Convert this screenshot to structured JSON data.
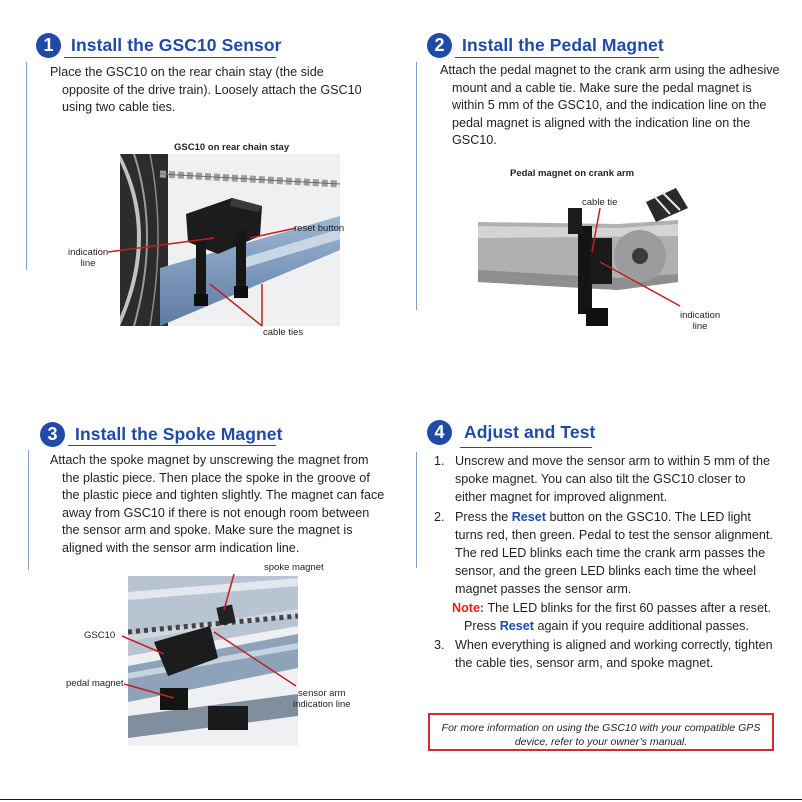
{
  "colors": {
    "accent": "#1f4aa8",
    "note": "#e0201a",
    "callout_line": "#c41e1e",
    "box_border": "#d9272e"
  },
  "sections": [
    {
      "number": "1",
      "title": "Install the GSC10 Sensor",
      "text": "Place the GSC10 on the rear chain stay (the side opposite of the drive train). Loosely attach the GSC10 using two cable ties.",
      "figure": {
        "caption": "GSC10 on rear chain stay",
        "labels": {
          "indication_line": "indication\nline",
          "reset_button": "reset button",
          "cable_ties": "cable ties"
        }
      }
    },
    {
      "number": "2",
      "title": "Install the Pedal Magnet",
      "text": "Attach the pedal magnet to the crank arm using the adhesive mount and a cable tie. Make sure the pedal magnet is within 5 mm of the GSC10, and the indication line on the pedal magnet is aligned with the indication line on the GSC10.",
      "figure": {
        "caption": "Pedal magnet on crank arm",
        "labels": {
          "cable_tie": "cable tie",
          "indication_line": "indication\nline"
        }
      }
    },
    {
      "number": "3",
      "title": "Install the Spoke Magnet",
      "text": "Attach the spoke magnet by unscrewing the magnet from the plastic piece. Then place the spoke in the groove of the plastic piece and tighten slightly. The magnet can face away from GSC10 if there is not enough room between the sensor arm and spoke. Make sure the magnet is aligned with the sensor arm indication line.",
      "figure": {
        "labels": {
          "spoke_magnet": "spoke magnet",
          "gsc10": "GSC10",
          "pedal_magnet": "pedal magnet",
          "sensor_arm": "sensor arm\nindication line"
        }
      }
    },
    {
      "number": "4",
      "title": "Adjust and Test",
      "steps": [
        {
          "num": "1.",
          "text": "Unscrew and move the sensor arm to within 5 mm of the spoke magnet. You can also tilt the GSC10 closer to either magnet for improved alignment."
        },
        {
          "num": "2.",
          "before": "Press the ",
          "accent": "Reset",
          "after": " button on the GSC10. The LED light turns red, then green. Pedal to test the sensor alignment. The red LED blinks each time the crank arm passes the sensor, and the green LED blinks each time the wheel magnet passes the sensor arm."
        },
        {
          "num": "3.",
          "text": "When everything is aligned and working correctly, tighten the cable ties, sensor arm, and spoke magnet."
        }
      ],
      "note": {
        "label": "Note:",
        "text1": " The LED blinks for the first 60 passes after a reset.",
        "text2_before": "Press ",
        "text2_accent": "Reset",
        "text2_after": " again if you require additional passes."
      },
      "info_box": "For more information on using the GSC10 with your compatible GPS device, refer to your owner’s manual."
    }
  ]
}
